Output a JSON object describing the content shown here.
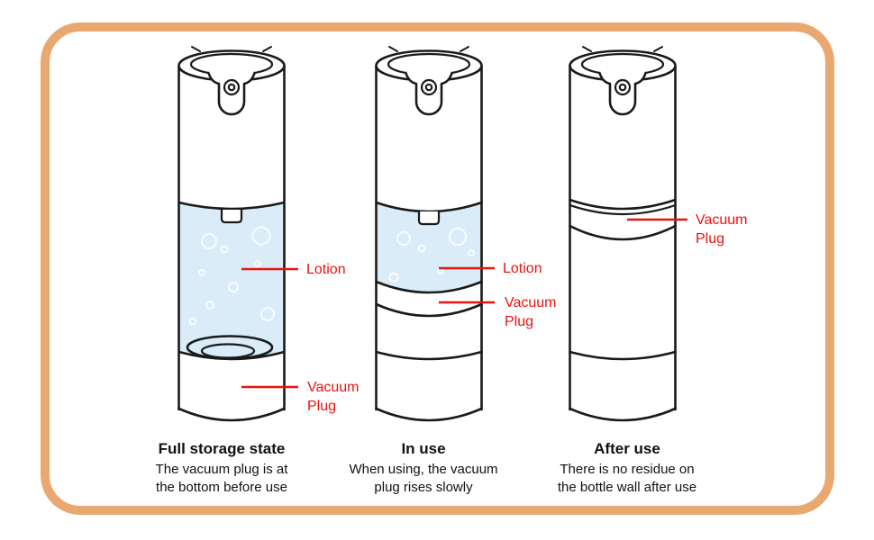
{
  "colors": {
    "frame": "#e9a870",
    "outline": "#1a1a1a",
    "lotion_fill": "#d9ecf8",
    "label_red": "#e8120f",
    "text": "#111111"
  },
  "panels": [
    {
      "labels": [
        {
          "id": "lotion",
          "text": "Lotion"
        },
        {
          "id": "vacuum_plug",
          "text": "Vacuum Plug"
        }
      ],
      "caption": {
        "title": "Full storage state",
        "line1": "The vacuum plug is at",
        "line2": "the bottom before use"
      }
    },
    {
      "labels": [
        {
          "id": "lotion",
          "text": "Lotion"
        },
        {
          "id": "vacuum_plug",
          "text": "Vacuum Plug"
        }
      ],
      "caption": {
        "title": "In use",
        "line1": "When using, the vacuum",
        "line2": "plug rises slowly"
      }
    },
    {
      "labels": [
        {
          "id": "vacuum_plug",
          "text": "Vacuum Plug"
        }
      ],
      "caption": {
        "title": "After use",
        "line1": "There is no residue on",
        "line2": "the bottle wall after use"
      }
    }
  ]
}
